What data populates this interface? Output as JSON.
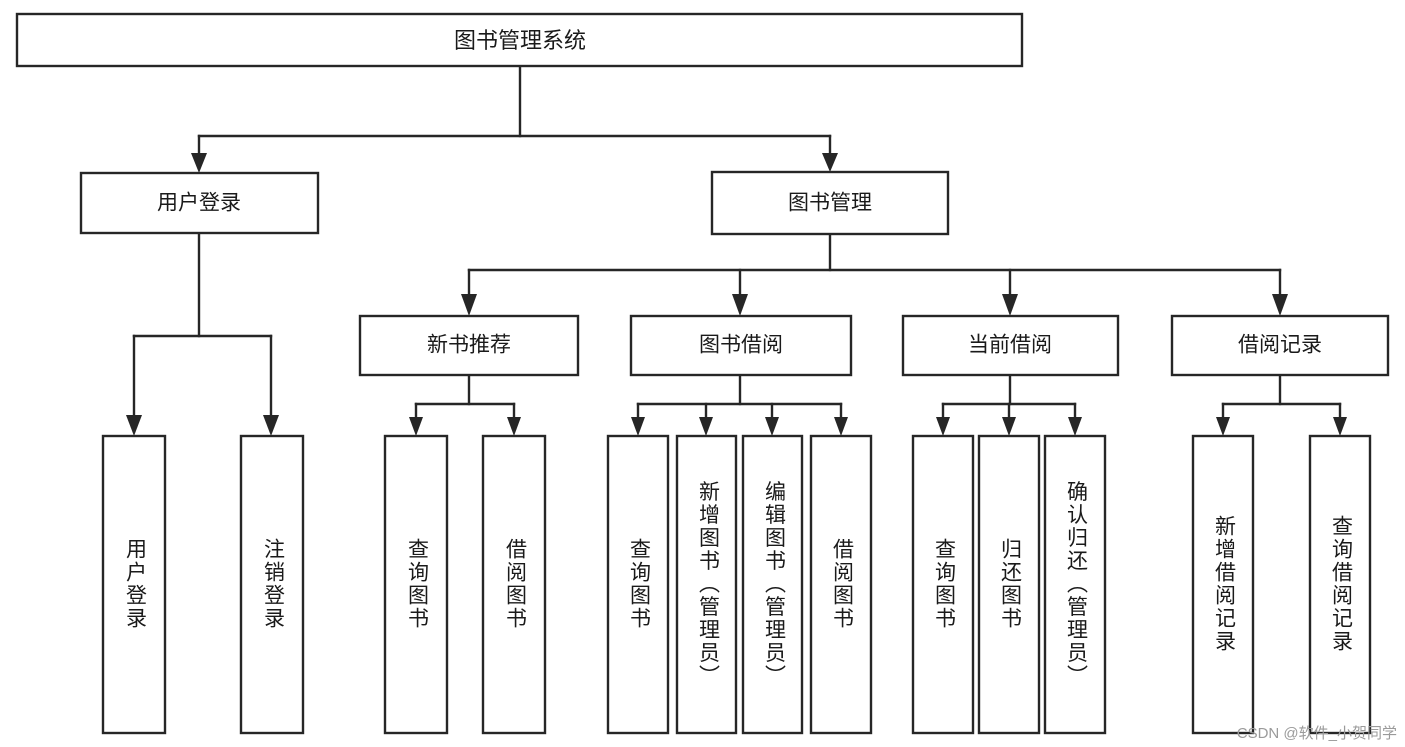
{
  "diagram": {
    "title": "图书管理系统",
    "type": "tree-hierarchy",
    "watermark": "CSDN @软件_小贺同学",
    "colors": {
      "stroke": "#262626",
      "fill": "#ffffff",
      "text": "#1a1a1a",
      "watermark": "#9a9a9a"
    },
    "root": {
      "label": "图书管理系统"
    },
    "level2": [
      {
        "label": "用户登录"
      },
      {
        "label": "图书管理"
      }
    ],
    "level3": [
      {
        "label": "新书推荐"
      },
      {
        "label": "图书借阅"
      },
      {
        "label": "当前借阅"
      },
      {
        "label": "借阅记录"
      }
    ],
    "leaves": {
      "user_login": [
        {
          "label": "用户登录"
        },
        {
          "label": "注销登录"
        }
      ],
      "new_book": [
        {
          "label": "查询图书"
        },
        {
          "label": "借阅图书"
        }
      ],
      "book_borrow": [
        {
          "label": "查询图书"
        },
        {
          "label": "新增图书（管理员）"
        },
        {
          "label": "编辑图书（管理员）"
        },
        {
          "label": "借阅图书"
        }
      ],
      "current_borrow": [
        {
          "label": "查询图书"
        },
        {
          "label": "归还图书"
        },
        {
          "label": "确认归还（管理员）"
        }
      ],
      "borrow_record": [
        {
          "label": "新增借阅记录"
        },
        {
          "label": "查询借阅记录"
        }
      ]
    }
  }
}
